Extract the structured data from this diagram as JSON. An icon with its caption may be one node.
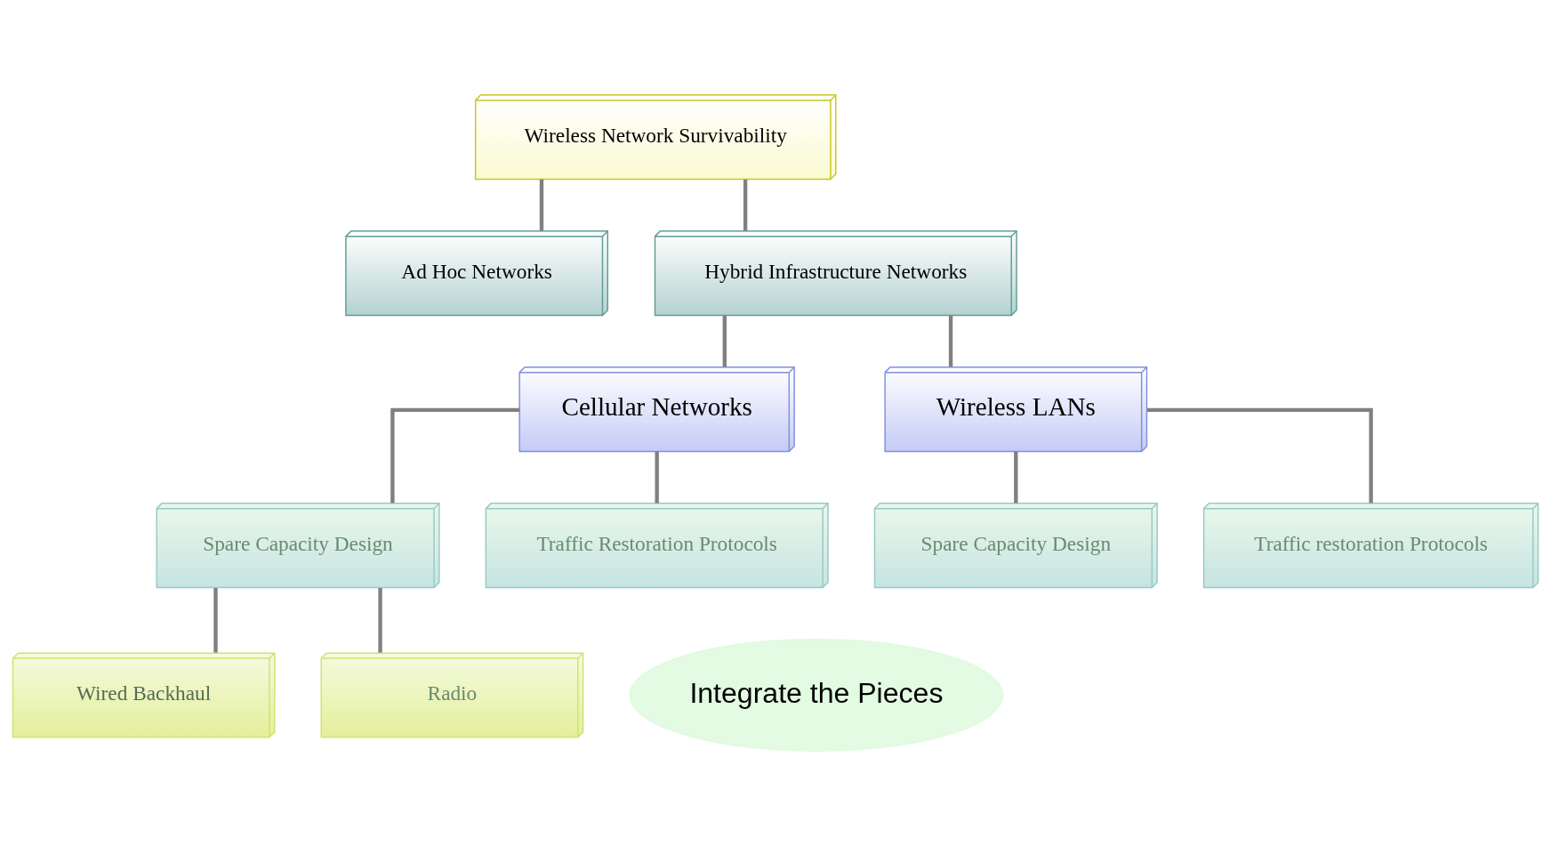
{
  "diagram": {
    "nodes": [
      {
        "text": [
          "Wireless Network Survivability"
        ]
      },
      {
        "text": [
          "Ad Hoc Networks"
        ]
      },
      {
        "text": [
          "Hybrid Infrastructure Networks"
        ]
      },
      {
        "text": [
          "Cellular Networks"
        ]
      },
      {
        "text": [
          "Wireless LANs"
        ]
      },
      {
        "text": [
          "Spare Capacity Design"
        ]
      },
      {
        "text": [
          "Traffic Restoration Protocols"
        ]
      },
      {
        "text": [
          "Spare Capacity Design"
        ]
      },
      {
        "text": [
          "Traffic restoration Protocols"
        ]
      },
      {
        "text": [
          "Wired Backhaul"
        ]
      },
      {
        "text": [
          "Radio"
        ]
      },
      {
        "text": [
          "Integrate the Pieces"
        ]
      }
    ],
    "edges": [
      {
        "from": 0,
        "to": 1,
        "arrow": "none"
      },
      {
        "from": 0,
        "to": 2,
        "arrow": "none"
      },
      {
        "from": 2,
        "to": 3,
        "arrow": "none"
      },
      {
        "from": 2,
        "to": 4,
        "arrow": "none"
      },
      {
        "from": 3,
        "to": 5,
        "arrow": "none"
      },
      {
        "from": 3,
        "to": 6,
        "arrow": "none"
      },
      {
        "from": 4,
        "to": 7,
        "arrow": "none"
      },
      {
        "from": 4,
        "to": 8,
        "arrow": "none"
      },
      {
        "from": 5,
        "to": 9,
        "arrow": "none"
      },
      {
        "from": 5,
        "to": 10,
        "arrow": "none"
      }
    ]
  }
}
